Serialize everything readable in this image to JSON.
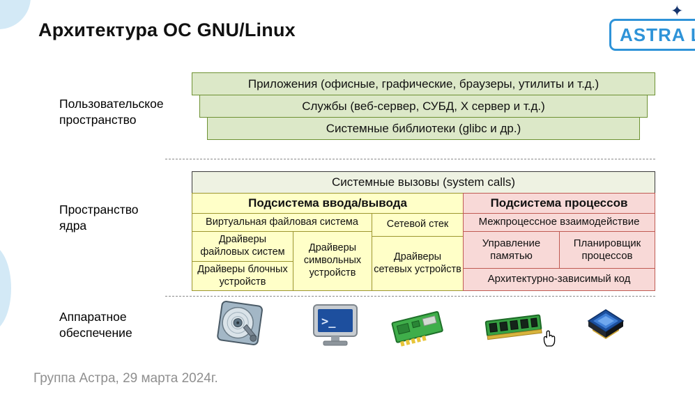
{
  "slide": {
    "title": "Архитектура ОС GNU/Linux",
    "footer": "Группа Астра, 29 марта 2024г.",
    "logo": {
      "text": "ASTRA LINUX",
      "star": "✦"
    }
  },
  "side_labels": {
    "user_space": "Пользовательское пространство",
    "kernel_space": "Пространство ядра",
    "hardware": "Аппаратное обеспечение"
  },
  "user_space": {
    "rows": [
      "Приложения (офисные, графические, браузеры, утилиты и т.д.)",
      "Службы (веб-сервер, СУБД, X сервер и т.д.)",
      "Системные библиотеки (glibc и др.)"
    ]
  },
  "kernel": {
    "syscalls": "Системные вызовы (system calls)",
    "io": {
      "title": "Подсистема ввода/вывода",
      "vfs": "Виртуальная файловая система",
      "net_stack": "Сетевой стек",
      "fs_drivers": "Драйверы файловых систем",
      "char_drivers": "Драйверы символьных устройств",
      "net_drivers": "Драйверы сетевых устройств",
      "block_drivers": "Драйверы блочных устройств"
    },
    "process": {
      "title": "Подсистема процессов",
      "ipc": "Межпроцессное взаимодействие",
      "memory": "Управление памятью",
      "scheduler": "Планировщик процессов",
      "arch_code": "Архитектурно-зависимый код"
    }
  },
  "hardware": {
    "icons": [
      "hdd-icon",
      "terminal-icon",
      "network-card-icon",
      "ram-icon",
      "cpu-icon"
    ]
  },
  "colors": {
    "user_space_bg": "#dce8c8",
    "user_space_border": "#6d9132",
    "syscalls_bg": "#eef2e2",
    "io_bg": "#ffffc8",
    "io_border": "#9c962e",
    "process_bg": "#f8d9d7",
    "process_border": "#bf5a52",
    "logo_blue": "#2e93d8",
    "footer_gray": "#8f8f8f"
  }
}
